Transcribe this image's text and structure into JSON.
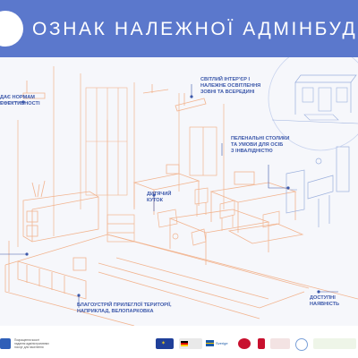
{
  "banner": {
    "title": "ОЗНАК НАЛЕЖНОЇ АДМІНБУДІ"
  },
  "callouts": {
    "norms": {
      "line1": "ДАЄ НОРМАМ",
      "line2": "ЕФЕКТИВНОСТІ"
    },
    "light": {
      "line1": "СВІТЛИЙ ІНТЕР'ЄР І",
      "line2": "НАЛЕЖНЕ ОСВІТЛЕННЯ",
      "line3": "ЗОВНІ ТА ВСЕРЕДИНІ"
    },
    "changing": {
      "line1": "ПЕЛЕНАЛЬНІ СТОЛИКИ",
      "line2": "ТА УМОВИ ДЛЯ ОСІБ",
      "line3": "З ІНВАЛІДНІСТЮ"
    },
    "kids": {
      "line1": "ДИТЯЧИЙ",
      "line2": "КУТОК"
    },
    "outdoor": {
      "line1": "БЛАГОУСТРІЙ ПРИЛЕГЛОЇ ТЕРИТОРІЇ,",
      "line2": "НАПРИКЛАД, ВЕЛОПАРКОВКА"
    },
    "access": {
      "line1": "ДОСТУПНІ",
      "line2": "НАЯВНІСТЬ"
    }
  },
  "footer": {
    "left_text": {
      "line1": "Покращення якості",
      "line2": "надання адміністративних",
      "line3": "послуг для населення"
    },
    "sweden_label": "Sverige",
    "colors": {
      "eu_blue": "#1f3f99",
      "eu_star": "#f7d116",
      "sweden_blue": "#1a5aa8",
      "sweden_yellow": "#f5c400",
      "red": "#c8102e"
    }
  }
}
